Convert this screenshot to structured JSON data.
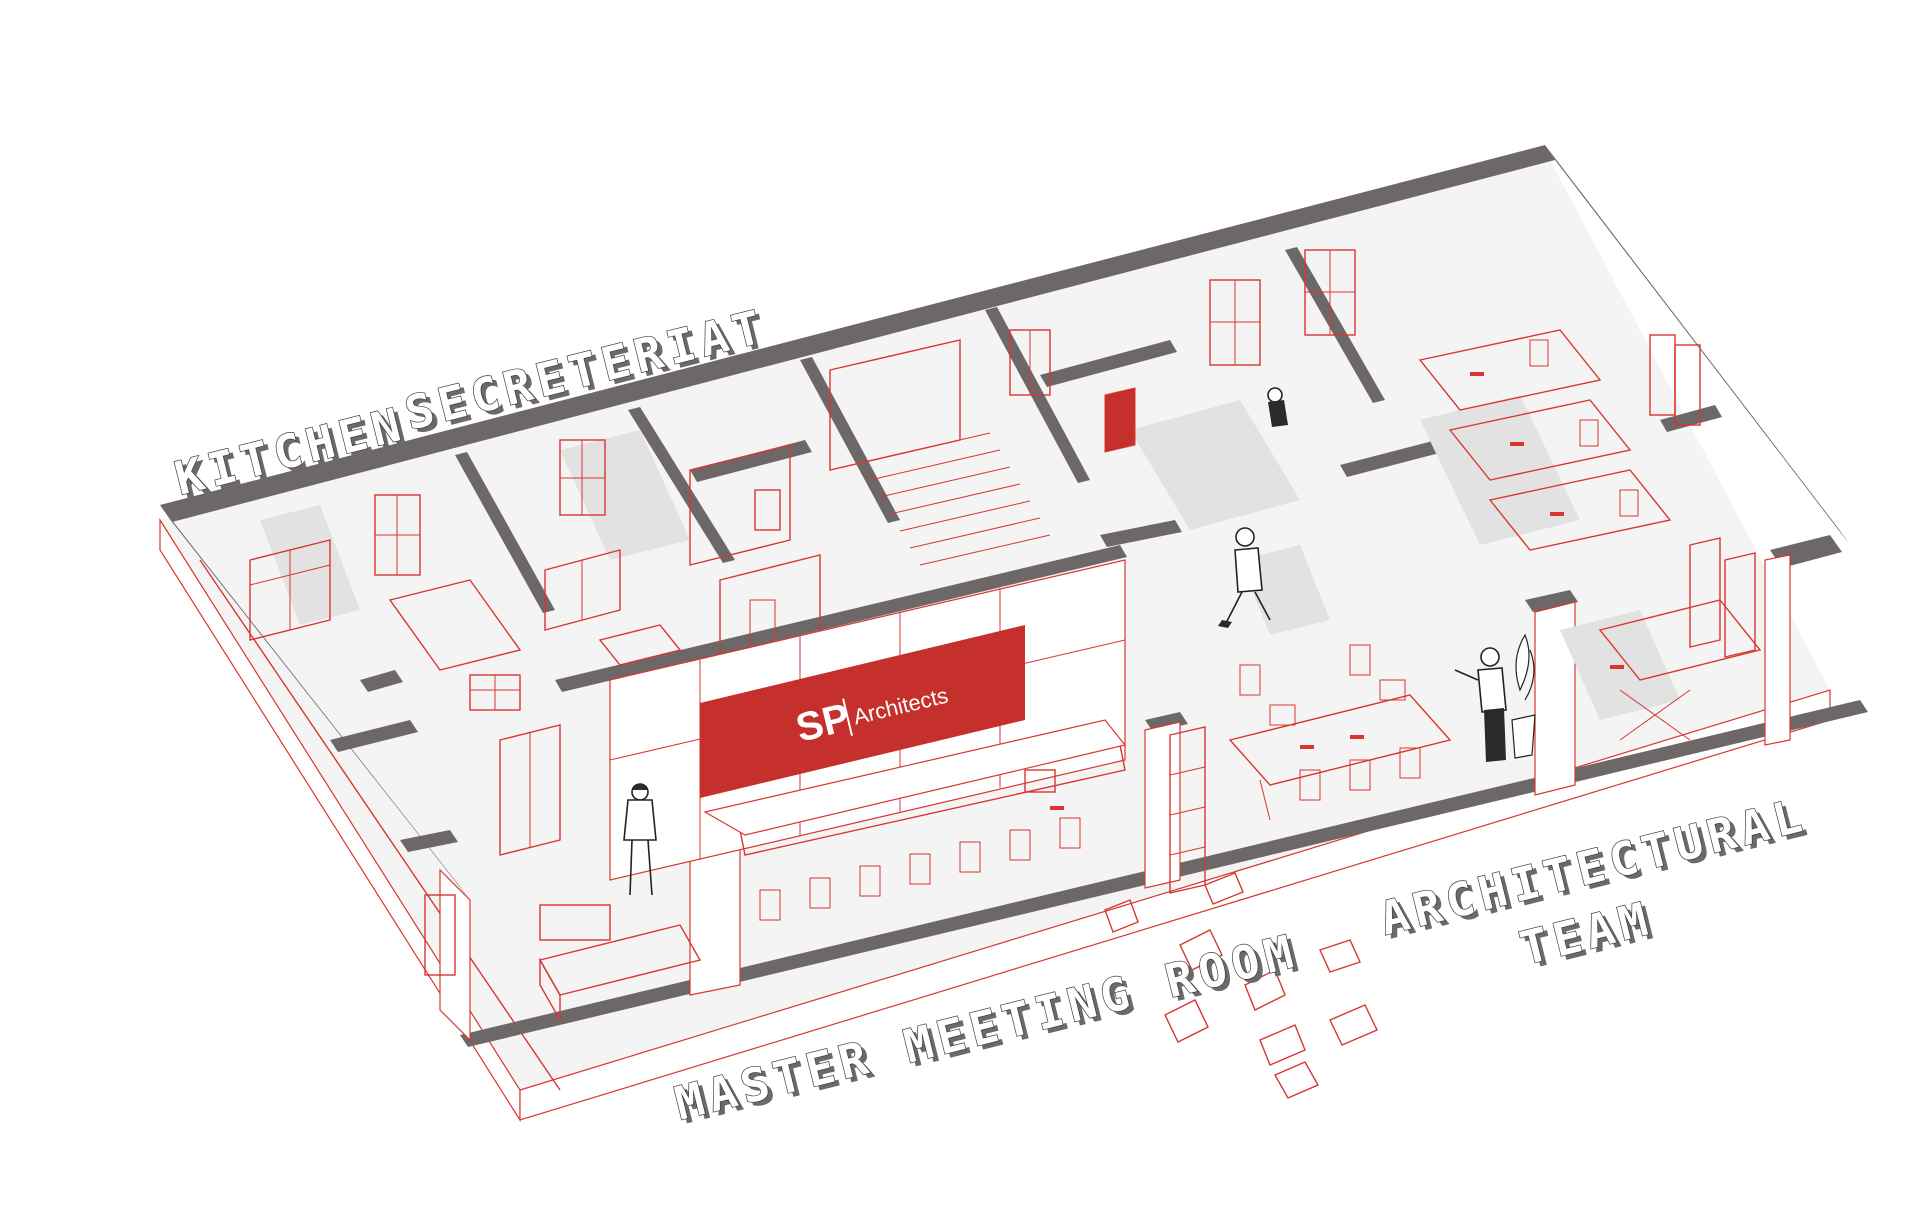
{
  "labels": {
    "kitchen": "KITCHEN",
    "secreteriat": "SECRETERIAT",
    "master_meeting_room": "MASTER MEETING ROOM",
    "architectural": "ARCHITECTURAL",
    "team": "TEAM"
  },
  "logo": {
    "sp": "SP",
    "architects": "Architects"
  },
  "colors": {
    "accent_red": "#d9362f",
    "logo_panel": "#c6302c",
    "wall_cut": "#6e6767",
    "floor": "#f4f4f4"
  }
}
